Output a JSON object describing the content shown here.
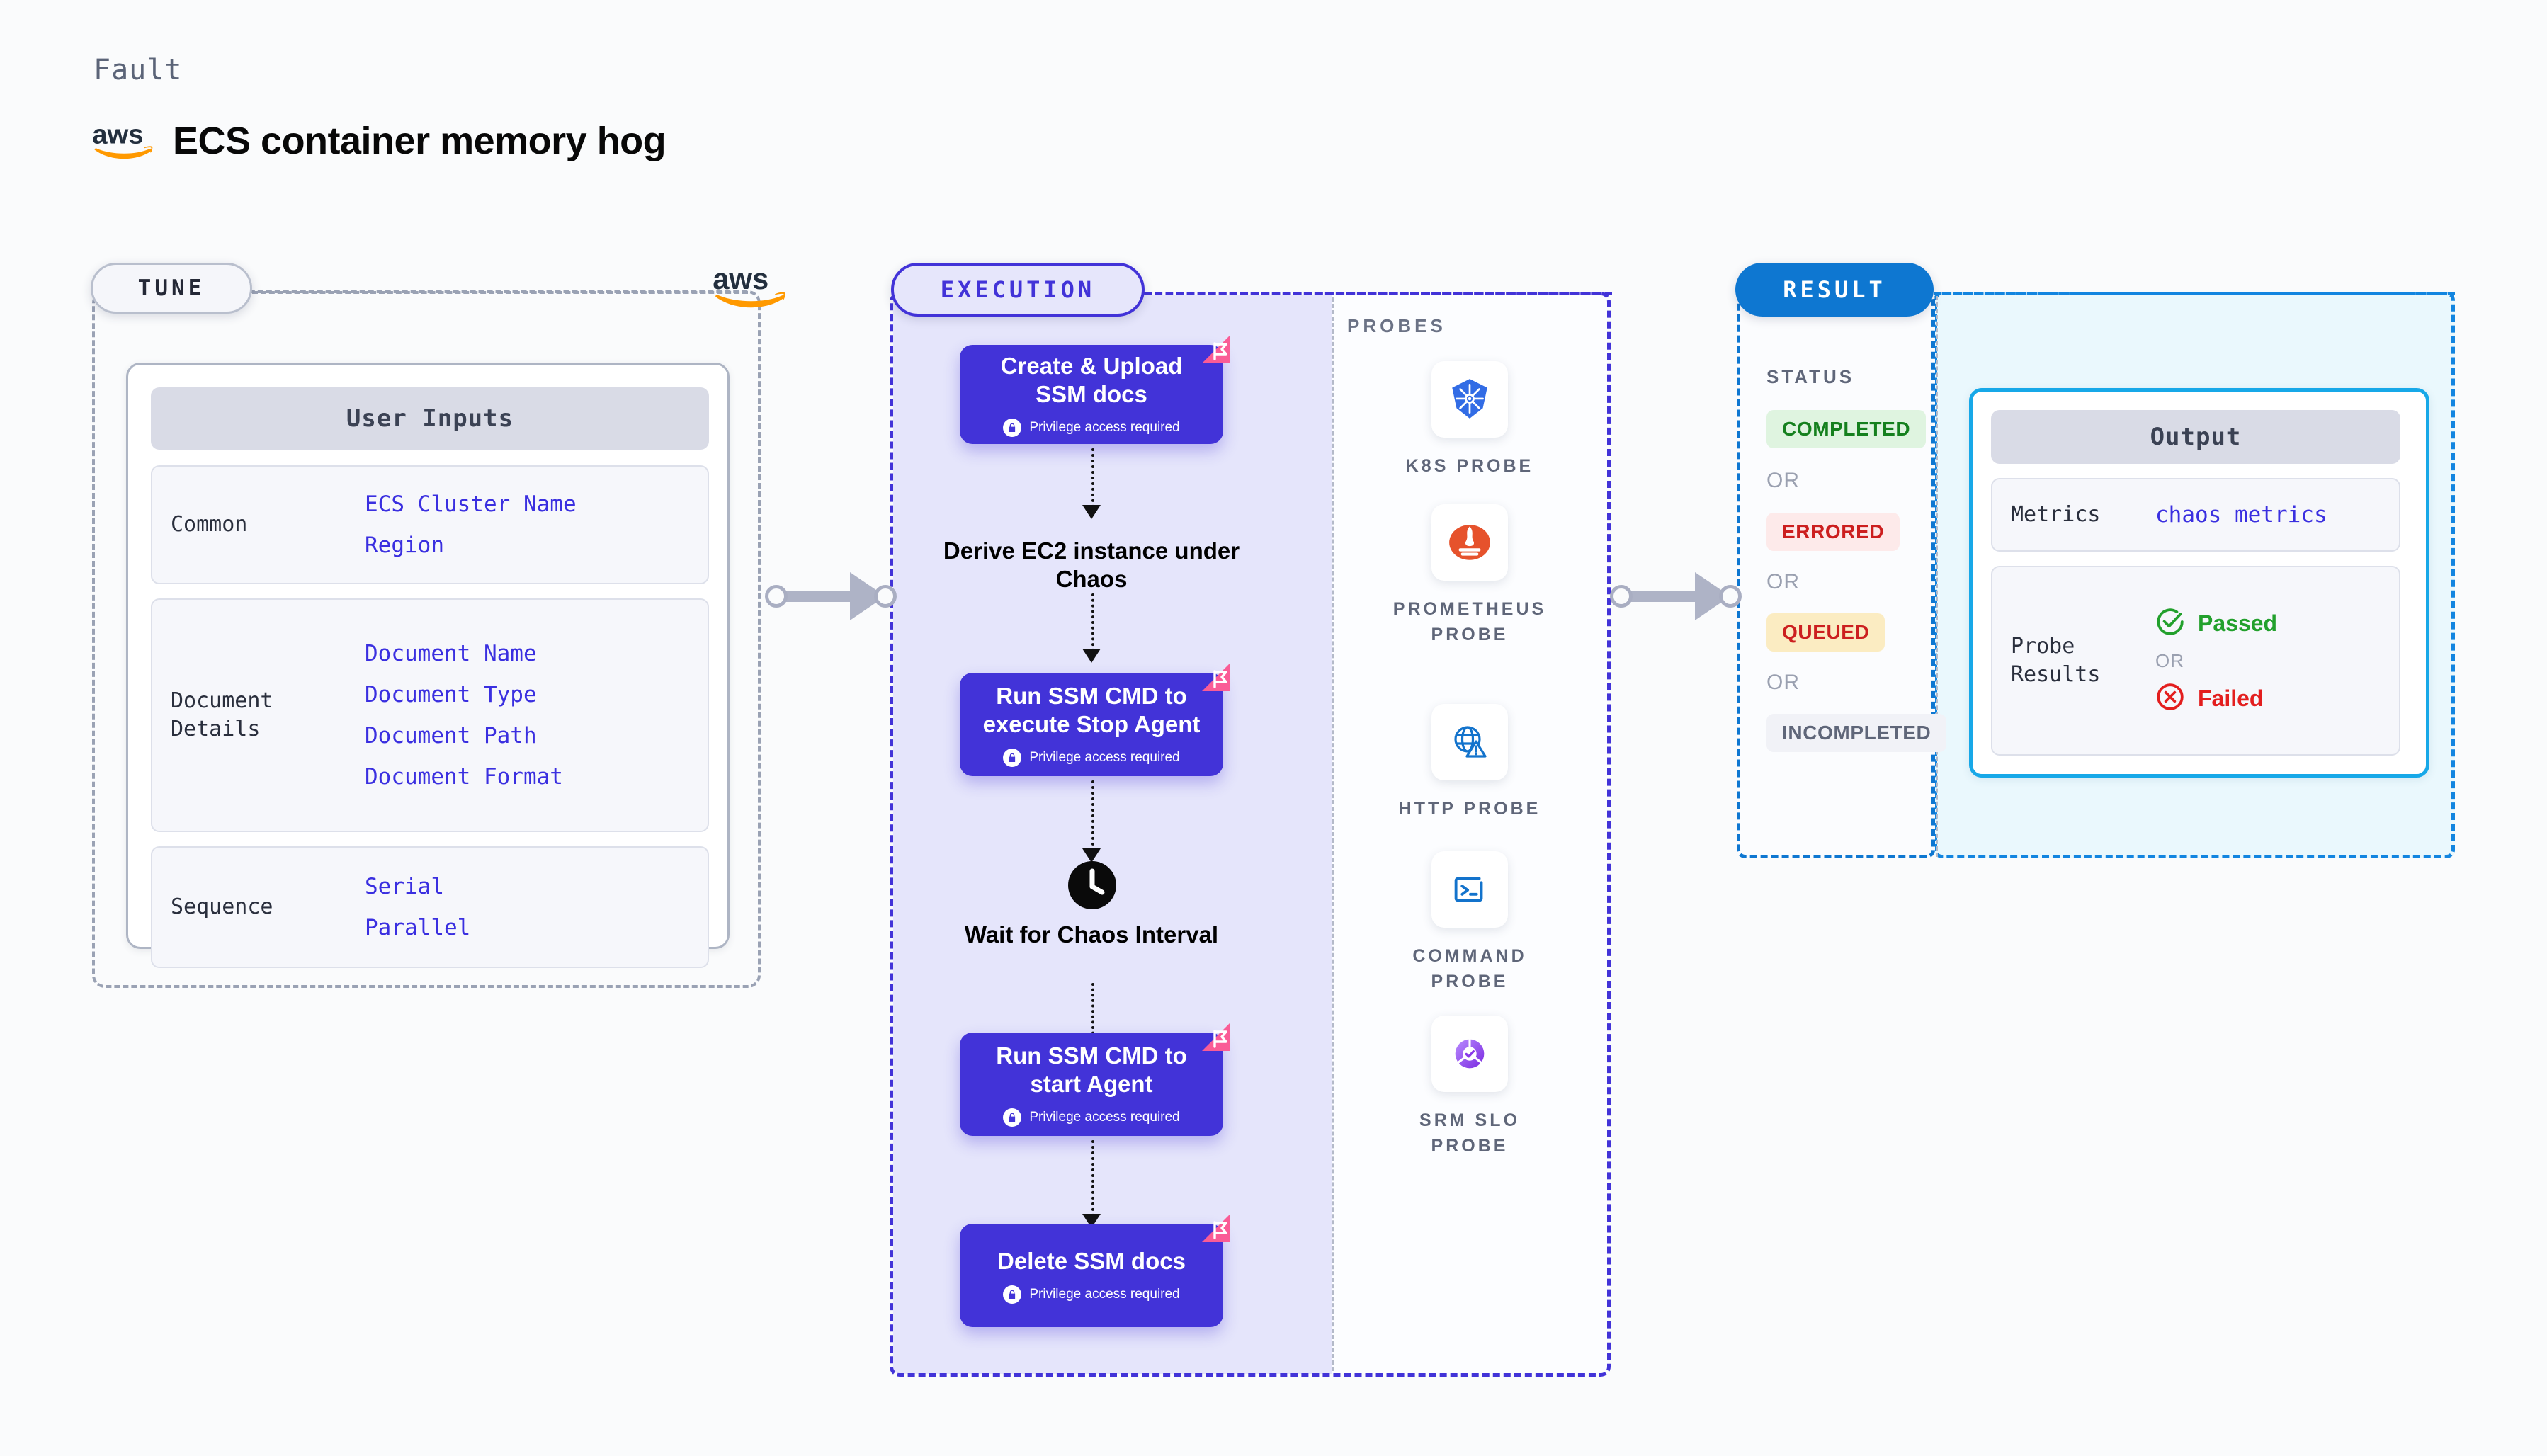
{
  "header": {
    "eyebrow": "Fault",
    "title": "ECS container memory hog",
    "logo_icon": "aws-logo"
  },
  "tune": {
    "pill_label": "TUNE",
    "aws_icon": "aws-logo",
    "card_title": "User Inputs",
    "groups": [
      {
        "label": "Common",
        "values": [
          "ECS Cluster Name",
          "Region"
        ]
      },
      {
        "label": "Document\nDetails",
        "values": [
          "Document Name",
          "Document Type",
          "Document Path",
          "Document Format"
        ]
      },
      {
        "label": "Sequence",
        "values": [
          "Serial",
          "Parallel"
        ]
      }
    ]
  },
  "execution": {
    "pill_label": "EXECUTION",
    "privilege_note": "Privilege access required",
    "lock_icon": "lock-icon",
    "flag_icon": "flag-corner-icon",
    "clock_icon": "clock-icon",
    "steps": [
      {
        "type": "node",
        "title": "Create & Upload SSM docs",
        "privileged": true
      },
      {
        "type": "plain",
        "title": "Derive EC2 instance under Chaos"
      },
      {
        "type": "node",
        "title": "Run SSM CMD to execute Stop Agent",
        "privileged": true
      },
      {
        "type": "clock",
        "title": "Wait for Chaos Interval"
      },
      {
        "type": "node",
        "title": "Run SSM CMD to start Agent",
        "privileged": true
      },
      {
        "type": "node",
        "title": "Delete SSM docs",
        "privileged": true
      }
    ]
  },
  "probes": {
    "section_label": "PROBES",
    "items": [
      {
        "label": "K8S PROBE",
        "icon": "kubernetes-icon"
      },
      {
        "label": "PROMETHEUS PROBE",
        "icon": "prometheus-icon"
      },
      {
        "label": "HTTP PROBE",
        "icon": "http-globe-warning-icon"
      },
      {
        "label": "COMMAND PROBE",
        "icon": "terminal-icon"
      },
      {
        "label": "SRM SLO PROBE",
        "icon": "srm-slo-icon"
      }
    ]
  },
  "result": {
    "pill_label": "RESULT",
    "status_label": "STATUS",
    "or_label": "OR",
    "statuses": [
      {
        "label": "COMPLETED",
        "bg": "#dff4e0",
        "fg": "#15801e"
      },
      {
        "label": "ERRORED",
        "bg": "#fdeaea",
        "fg": "#cc1f1f"
      },
      {
        "label": "QUEUED",
        "bg": "#fbecc2",
        "fg": "#cc1f1f"
      },
      {
        "label": "INCOMPLETED",
        "bg": "#f1f2f7",
        "fg": "#5f6679"
      }
    ],
    "output": {
      "title": "Output",
      "metrics_label": "Metrics",
      "metrics_value": "chaos metrics",
      "probe_results_label": "Probe\nResults",
      "passed_label": "Passed",
      "failed_label": "Failed",
      "or_label": "OR",
      "passed_icon": "check-circle-icon",
      "failed_icon": "x-circle-icon",
      "passed_color": "#22a02c",
      "failed_color": "#e31e1e"
    }
  },
  "colors": {
    "indigo": "#4233d8",
    "blue": "#0e77d1",
    "cyan": "#17a8e8",
    "pink": "#fa5c96",
    "grey": "#9aa2b4"
  }
}
